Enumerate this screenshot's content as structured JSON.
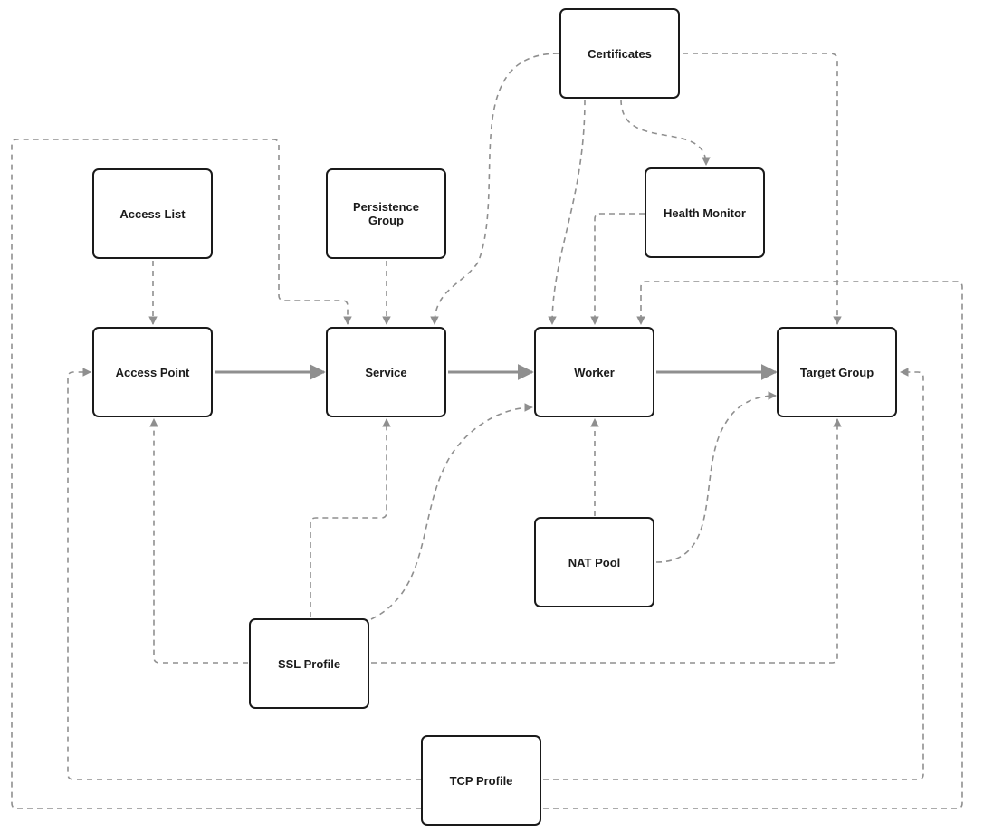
{
  "diagram": {
    "nodes": {
      "certificates": "Certificates",
      "access_list": "Access List",
      "persistence_group": "Persistence\nGroup",
      "health_monitor": "Health Monitor",
      "access_point": "Access Point",
      "service": "Service",
      "worker": "Worker",
      "target_group": "Target Group",
      "nat_pool": "NAT Pool",
      "ssl_profile": "SSL Profile",
      "tcp_profile": "TCP Profile"
    },
    "edges": [
      {
        "from": "access_point",
        "to": "service",
        "style": "solid"
      },
      {
        "from": "service",
        "to": "worker",
        "style": "solid"
      },
      {
        "from": "worker",
        "to": "target_group",
        "style": "solid"
      },
      {
        "from": "access_list",
        "to": "access_point",
        "style": "dashed"
      },
      {
        "from": "persistence_group",
        "to": "service",
        "style": "dashed"
      },
      {
        "from": "certificates",
        "to": "service",
        "style": "dashed"
      },
      {
        "from": "certificates",
        "to": "worker",
        "style": "dashed"
      },
      {
        "from": "certificates",
        "to": "health_monitor",
        "style": "dashed"
      },
      {
        "from": "certificates",
        "to": "target_group",
        "style": "dashed"
      },
      {
        "from": "health_monitor",
        "to": "worker",
        "style": "dashed"
      },
      {
        "from": "nat_pool",
        "to": "worker",
        "style": "dashed"
      },
      {
        "from": "nat_pool",
        "to": "target_group",
        "style": "dashed"
      },
      {
        "from": "ssl_profile",
        "to": "access_point",
        "style": "dashed"
      },
      {
        "from": "ssl_profile",
        "to": "service",
        "style": "dashed"
      },
      {
        "from": "ssl_profile",
        "to": "worker",
        "style": "dashed"
      },
      {
        "from": "ssl_profile",
        "to": "target_group",
        "style": "dashed"
      },
      {
        "from": "tcp_profile",
        "to": "access_point",
        "style": "dashed"
      },
      {
        "from": "tcp_profile",
        "to": "service",
        "style": "dashed"
      },
      {
        "from": "tcp_profile",
        "to": "worker",
        "style": "dashed"
      },
      {
        "from": "tcp_profile",
        "to": "target_group",
        "style": "dashed"
      }
    ]
  },
  "colors": {
    "node_border": "#1a1a1a",
    "edge": "#8f8f8f",
    "background": "#ffffff"
  }
}
